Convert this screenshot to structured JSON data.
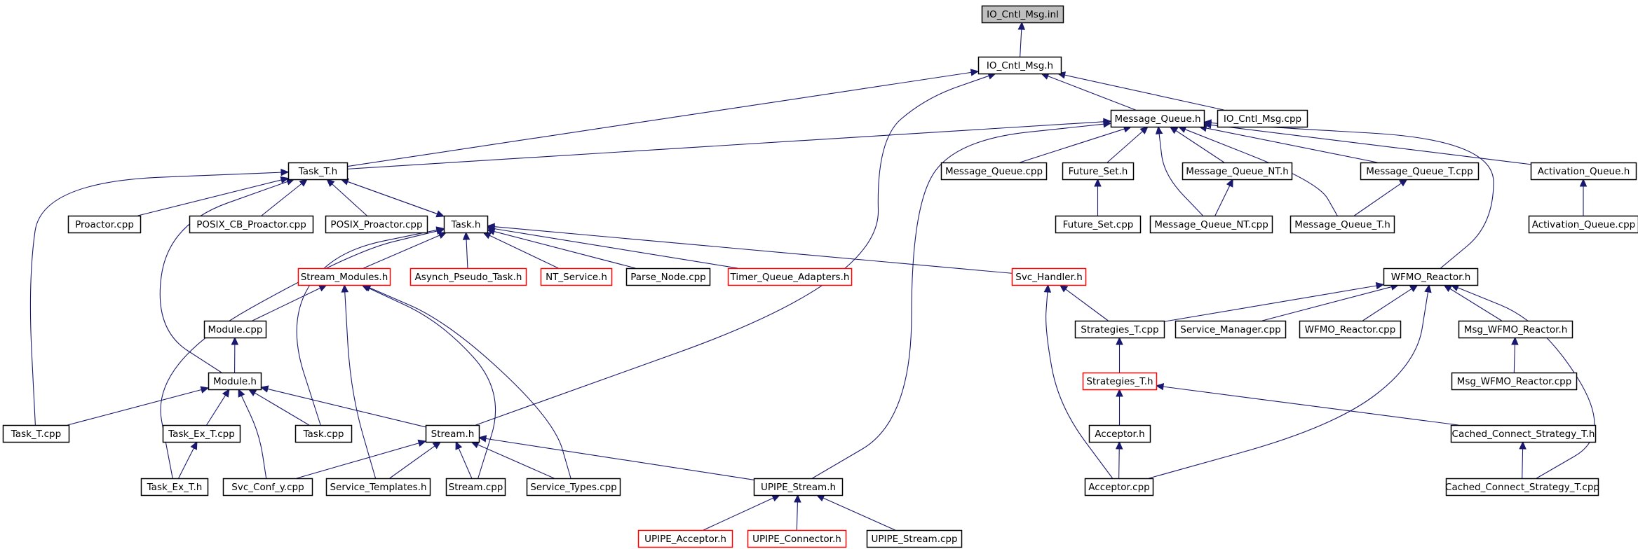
{
  "colors": {
    "edge": "#191970",
    "box_normal": "#000000",
    "box_truncated": "#ff0000",
    "root_fill": "#bfbfbf",
    "text": "#000000"
  },
  "nodes": [
    {
      "id": "io_cntl_msg_inl",
      "label": "IO_Cntl_Msg.inl",
      "style": "root"
    },
    {
      "id": "io_cntl_msg_h",
      "label": "IO_Cntl_Msg.h",
      "style": "normal"
    },
    {
      "id": "message_queue_h",
      "label": "Message_Queue.h",
      "style": "normal"
    },
    {
      "id": "io_cntl_msg_cpp",
      "label": "IO_Cntl_Msg.cpp",
      "style": "normal"
    },
    {
      "id": "task_t_h",
      "label": "Task_T.h",
      "style": "normal"
    },
    {
      "id": "message_queue_cpp",
      "label": "Message_Queue.cpp",
      "style": "normal"
    },
    {
      "id": "future_set_h",
      "label": "Future_Set.h",
      "style": "normal"
    },
    {
      "id": "message_queue_nt_h",
      "label": "Message_Queue_NT.h",
      "style": "normal"
    },
    {
      "id": "message_queue_t_cpp",
      "label": "Message_Queue_T.cpp",
      "style": "normal"
    },
    {
      "id": "activation_queue_h",
      "label": "Activation_Queue.h",
      "style": "normal"
    },
    {
      "id": "proactor_cpp",
      "label": "Proactor.cpp",
      "style": "normal"
    },
    {
      "id": "posix_cb_proactor_cpp",
      "label": "POSIX_CB_Proactor.cpp",
      "style": "normal"
    },
    {
      "id": "posix_proactor_cpp",
      "label": "POSIX_Proactor.cpp",
      "style": "normal"
    },
    {
      "id": "task_h",
      "label": "Task.h",
      "style": "normal"
    },
    {
      "id": "future_set_cpp",
      "label": "Future_Set.cpp",
      "style": "normal"
    },
    {
      "id": "message_queue_nt_cpp",
      "label": "Message_Queue_NT.cpp",
      "style": "normal"
    },
    {
      "id": "message_queue_t_h",
      "label": "Message_Queue_T.h",
      "style": "normal"
    },
    {
      "id": "activation_queue_cpp",
      "label": "Activation_Queue.cpp",
      "style": "normal"
    },
    {
      "id": "stream_modules_h",
      "label": "Stream_Modules.h",
      "style": "truncated"
    },
    {
      "id": "asynch_pseudo_task_h",
      "label": "Asynch_Pseudo_Task.h",
      "style": "truncated"
    },
    {
      "id": "nt_service_h",
      "label": "NT_Service.h",
      "style": "truncated"
    },
    {
      "id": "parse_node_cpp",
      "label": "Parse_Node.cpp",
      "style": "normal"
    },
    {
      "id": "timer_queue_adapters_h",
      "label": "Timer_Queue_Adapters.h",
      "style": "truncated"
    },
    {
      "id": "svc_handler_h",
      "label": "Svc_Handler.h",
      "style": "truncated"
    },
    {
      "id": "wfmo_reactor_h",
      "label": "WFMO_Reactor.h",
      "style": "normal"
    },
    {
      "id": "module_cpp",
      "label": "Module.cpp",
      "style": "normal"
    },
    {
      "id": "strategies_t_cpp",
      "label": "Strategies_T.cpp",
      "style": "normal"
    },
    {
      "id": "service_manager_cpp",
      "label": "Service_Manager.cpp",
      "style": "normal"
    },
    {
      "id": "wfmo_reactor_cpp",
      "label": "WFMO_Reactor.cpp",
      "style": "normal"
    },
    {
      "id": "msg_wfmo_reactor_h",
      "label": "Msg_WFMO_Reactor.h",
      "style": "normal"
    },
    {
      "id": "module_h",
      "label": "Module.h",
      "style": "normal"
    },
    {
      "id": "strategies_t_h",
      "label": "Strategies_T.h",
      "style": "truncated"
    },
    {
      "id": "msg_wfmo_reactor_cpp",
      "label": "Msg_WFMO_Reactor.cpp",
      "style": "normal"
    },
    {
      "id": "task_t_cpp",
      "label": "Task_T.cpp",
      "style": "normal"
    },
    {
      "id": "task_ex_t_cpp",
      "label": "Task_Ex_T.cpp",
      "style": "normal"
    },
    {
      "id": "task_cpp",
      "label": "Task.cpp",
      "style": "normal"
    },
    {
      "id": "stream_h",
      "label": "Stream.h",
      "style": "normal"
    },
    {
      "id": "acceptor_h",
      "label": "Acceptor.h",
      "style": "normal"
    },
    {
      "id": "cached_connect_strategy_t_h",
      "label": "Cached_Connect_Strategy_T.h",
      "style": "normal"
    },
    {
      "id": "task_ex_t_h",
      "label": "Task_Ex_T.h",
      "style": "normal"
    },
    {
      "id": "svc_conf_y_cpp",
      "label": "Svc_Conf_y.cpp",
      "style": "normal"
    },
    {
      "id": "service_templates_h",
      "label": "Service_Templates.h",
      "style": "normal"
    },
    {
      "id": "stream_cpp",
      "label": "Stream.cpp",
      "style": "normal"
    },
    {
      "id": "service_types_cpp",
      "label": "Service_Types.cpp",
      "style": "normal"
    },
    {
      "id": "upipe_stream_h",
      "label": "UPIPE_Stream.h",
      "style": "normal"
    },
    {
      "id": "acceptor_cpp",
      "label": "Acceptor.cpp",
      "style": "normal"
    },
    {
      "id": "cached_connect_strategy_t_cpp",
      "label": "Cached_Connect_Strategy_T.cpp",
      "style": "normal"
    },
    {
      "id": "upipe_acceptor_h",
      "label": "UPIPE_Acceptor.h",
      "style": "truncated"
    },
    {
      "id": "upipe_connector_h",
      "label": "UPIPE_Connector.h",
      "style": "truncated"
    },
    {
      "id": "upipe_stream_cpp",
      "label": "UPIPE_Stream.cpp",
      "style": "normal"
    }
  ],
  "edges": [
    {
      "from": "io_cntl_msg_h",
      "to": "io_cntl_msg_inl"
    },
    {
      "from": "message_queue_h",
      "to": "io_cntl_msg_h"
    },
    {
      "from": "io_cntl_msg_cpp",
      "to": "io_cntl_msg_h"
    },
    {
      "from": "task_t_h",
      "to": "io_cntl_msg_h"
    },
    {
      "from": "stream_h",
      "to": "io_cntl_msg_h"
    },
    {
      "from": "task_t_h",
      "to": "message_queue_h"
    },
    {
      "from": "message_queue_cpp",
      "to": "message_queue_h"
    },
    {
      "from": "future_set_h",
      "to": "message_queue_h"
    },
    {
      "from": "message_queue_nt_h",
      "to": "message_queue_h"
    },
    {
      "from": "message_queue_nt_cpp",
      "to": "message_queue_h"
    },
    {
      "from": "message_queue_t_cpp",
      "to": "message_queue_h"
    },
    {
      "from": "message_queue_t_h",
      "to": "message_queue_h"
    },
    {
      "from": "activation_queue_h",
      "to": "message_queue_h"
    },
    {
      "from": "wfmo_reactor_h",
      "to": "message_queue_h"
    },
    {
      "from": "upipe_stream_h",
      "to": "message_queue_h"
    },
    {
      "from": "future_set_cpp",
      "to": "future_set_h"
    },
    {
      "from": "message_queue_nt_cpp",
      "to": "message_queue_nt_h"
    },
    {
      "from": "message_queue_t_h",
      "to": "message_queue_t_cpp"
    },
    {
      "from": "activation_queue_cpp",
      "to": "activation_queue_h"
    },
    {
      "from": "proactor_cpp",
      "to": "task_t_h"
    },
    {
      "from": "posix_cb_proactor_cpp",
      "to": "task_t_h"
    },
    {
      "from": "posix_proactor_cpp",
      "to": "task_t_h"
    },
    {
      "from": "task_h",
      "to": "task_t_h"
    },
    {
      "from": "task_t_cpp",
      "to": "task_t_h"
    },
    {
      "from": "module_h",
      "to": "task_t_h"
    },
    {
      "from": "task_t_h",
      "to": "task_h"
    },
    {
      "from": "stream_modules_h",
      "to": "task_h"
    },
    {
      "from": "asynch_pseudo_task_h",
      "to": "task_h"
    },
    {
      "from": "nt_service_h",
      "to": "task_h"
    },
    {
      "from": "parse_node_cpp",
      "to": "task_h"
    },
    {
      "from": "timer_queue_adapters_h",
      "to": "task_h"
    },
    {
      "from": "svc_handler_h",
      "to": "task_h"
    },
    {
      "from": "task_cpp",
      "to": "task_h"
    },
    {
      "from": "task_ex_t_h",
      "to": "task_h"
    },
    {
      "from": "module_cpp",
      "to": "stream_modules_h"
    },
    {
      "from": "service_templates_h",
      "to": "stream_modules_h"
    },
    {
      "from": "stream_cpp",
      "to": "stream_modules_h"
    },
    {
      "from": "service_types_cpp",
      "to": "stream_modules_h"
    },
    {
      "from": "strategies_t_cpp",
      "to": "svc_handler_h"
    },
    {
      "from": "acceptor_cpp",
      "to": "svc_handler_h"
    },
    {
      "from": "strategies_t_cpp",
      "to": "wfmo_reactor_h"
    },
    {
      "from": "service_manager_cpp",
      "to": "wfmo_reactor_h"
    },
    {
      "from": "wfmo_reactor_cpp",
      "to": "wfmo_reactor_h"
    },
    {
      "from": "msg_wfmo_reactor_h",
      "to": "wfmo_reactor_h"
    },
    {
      "from": "acceptor_cpp",
      "to": "wfmo_reactor_h"
    },
    {
      "from": "cached_connect_strategy_t_cpp",
      "to": "wfmo_reactor_h"
    },
    {
      "from": "msg_wfmo_reactor_cpp",
      "to": "msg_wfmo_reactor_h"
    },
    {
      "from": "module_h",
      "to": "module_cpp"
    },
    {
      "from": "strategies_t_h",
      "to": "strategies_t_cpp"
    },
    {
      "from": "task_t_cpp",
      "to": "module_h"
    },
    {
      "from": "task_ex_t_cpp",
      "to": "module_h"
    },
    {
      "from": "task_cpp",
      "to": "module_h"
    },
    {
      "from": "stream_h",
      "to": "module_h"
    },
    {
      "from": "svc_conf_y_cpp",
      "to": "module_h"
    },
    {
      "from": "acceptor_h",
      "to": "strategies_t_h"
    },
    {
      "from": "cached_connect_strategy_t_h",
      "to": "strategies_t_h"
    },
    {
      "from": "task_ex_t_h",
      "to": "task_ex_t_cpp"
    },
    {
      "from": "svc_conf_y_cpp",
      "to": "stream_h"
    },
    {
      "from": "service_templates_h",
      "to": "stream_h"
    },
    {
      "from": "stream_cpp",
      "to": "stream_h"
    },
    {
      "from": "service_types_cpp",
      "to": "stream_h"
    },
    {
      "from": "upipe_stream_h",
      "to": "stream_h"
    },
    {
      "from": "acceptor_cpp",
      "to": "acceptor_h"
    },
    {
      "from": "cached_connect_strategy_t_cpp",
      "to": "cached_connect_strategy_t_h"
    },
    {
      "from": "upipe_acceptor_h",
      "to": "upipe_stream_h"
    },
    {
      "from": "upipe_connector_h",
      "to": "upipe_stream_h"
    },
    {
      "from": "upipe_stream_cpp",
      "to": "upipe_stream_h"
    }
  ]
}
